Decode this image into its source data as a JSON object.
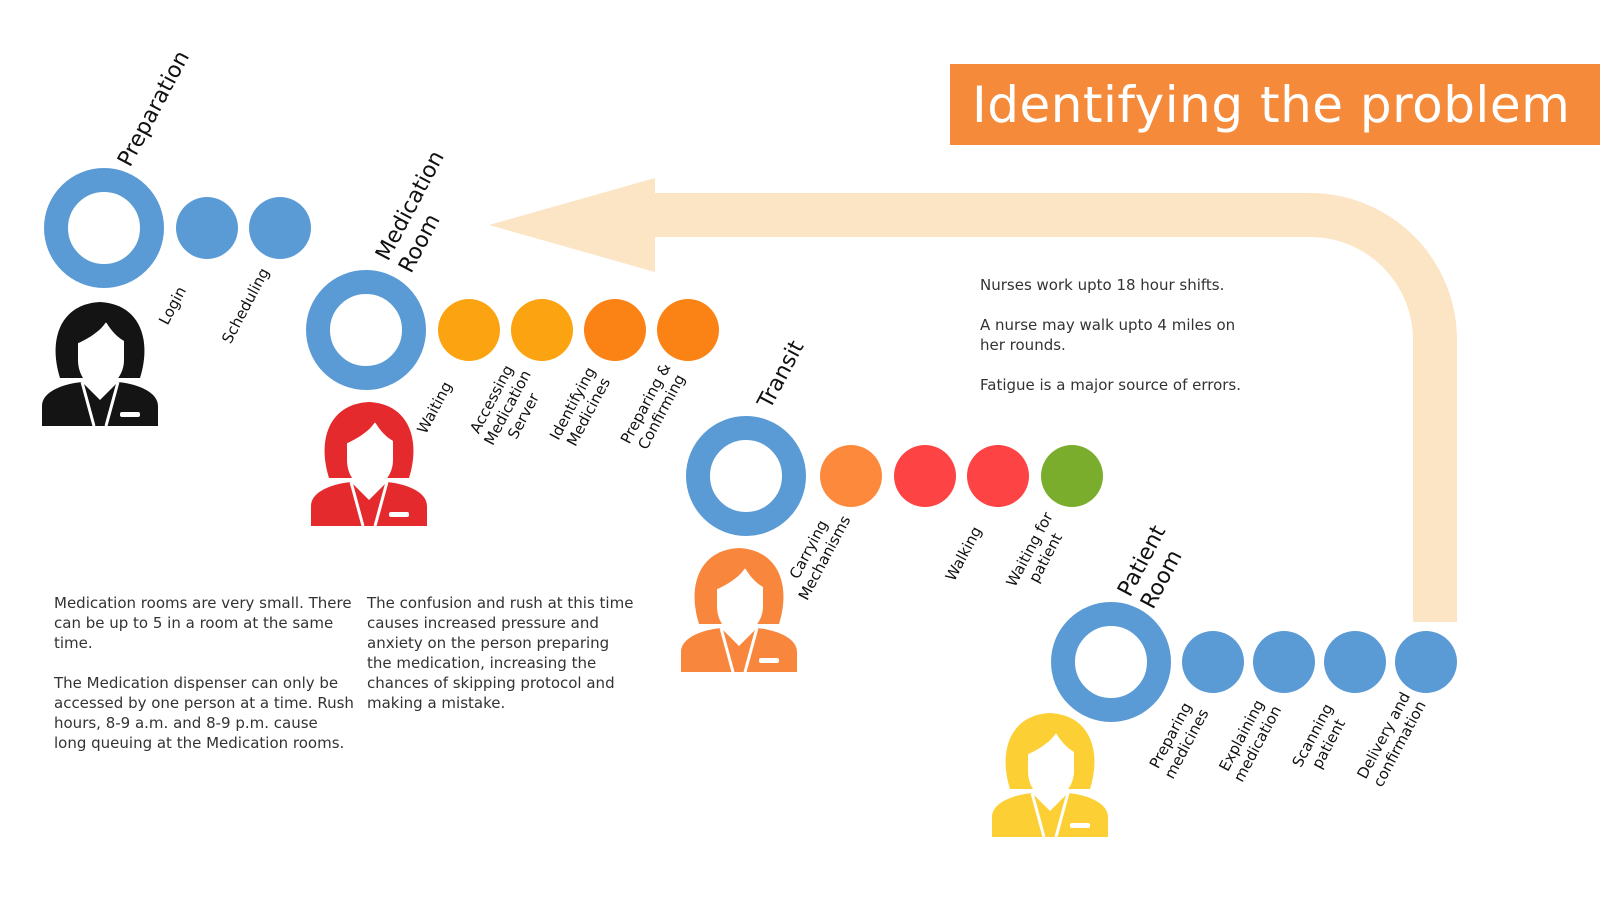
{
  "title": "Identifying the problem",
  "colors": {
    "banner": "#f58a3a",
    "ring": "#5b9bd5",
    "arrow": "#fce5c4",
    "step_blue": "#5b9bd5",
    "step_orange_light": "#fca311",
    "step_orange_dark": "#fb8214",
    "step_orange_transit": "#fd8a3c",
    "step_red": "#fd4343",
    "step_green": "#7aad2c",
    "person_black": "#141414",
    "person_red": "#e42a2d",
    "person_orange": "#f8873d",
    "person_yellow": "#fcd035"
  },
  "stages": [
    {
      "name": "Preparation",
      "label_lines": [
        "Preparation"
      ],
      "person_color": "#141414",
      "person_icon": "female-user-icon",
      "steps": [
        {
          "label_lines": [
            "Login"
          ],
          "color": "#5b9bd5"
        },
        {
          "label_lines": [
            "Scheduling"
          ],
          "color": "#5b9bd5"
        }
      ]
    },
    {
      "name": "Medication Room",
      "label_lines": [
        "Medication",
        "Room"
      ],
      "person_color": "#e42a2d",
      "person_icon": "female-user-icon",
      "steps": [
        {
          "label_lines": [
            "Waiting"
          ],
          "color": "#fca311"
        },
        {
          "label_lines": [
            "Accessing",
            "Medication",
            "Server"
          ],
          "color": "#fca311"
        },
        {
          "label_lines": [
            "Identifying",
            "Medicines"
          ],
          "color": "#fb8214"
        },
        {
          "label_lines": [
            "Preparing &",
            "Confirming"
          ],
          "color": "#fb8214"
        }
      ]
    },
    {
      "name": "Transit",
      "label_lines": [
        "Transit"
      ],
      "person_color": "#f8873d",
      "person_icon": "female-user-icon",
      "steps": [
        {
          "label_lines": [
            "Carrying",
            "Mechanisms"
          ],
          "color": "#fd8a3c"
        },
        {
          "label_lines": [
            ""
          ],
          "color": "#fd4343"
        },
        {
          "label_lines": [
            "Walking"
          ],
          "color": "#fd4343"
        },
        {
          "label_lines": [
            "Waiting for",
            "patient"
          ],
          "color": "#7aad2c"
        }
      ]
    },
    {
      "name": "Patient Room",
      "label_lines": [
        "Patient",
        "Room"
      ],
      "person_color": "#fcd035",
      "person_icon": "female-user-icon",
      "steps": [
        {
          "label_lines": [
            "Preparing",
            "medicines"
          ],
          "color": "#5b9bd5"
        },
        {
          "label_lines": [
            "Explaining",
            "medication"
          ],
          "color": "#5b9bd5"
        },
        {
          "label_lines": [
            "Scanning",
            "patient"
          ],
          "color": "#5b9bd5"
        },
        {
          "label_lines": [
            "Delivery and",
            "confirmation"
          ],
          "color": "#5b9bd5"
        }
      ]
    }
  ],
  "notes": {
    "right": [
      "Nurses work upto 18 hour shifts.",
      "A nurse may walk upto 4 miles on her rounds.",
      "Fatigue is a major source of errors."
    ],
    "left": [
      "Medication rooms are very small. There can be up to 5 in a room at the same time.",
      "The Medication dispenser can only be accessed by one person at a time. Rush hours, 8-9 a.m. and 8-9 p.m. cause long queuing at the Medication rooms."
    ],
    "middle": [
      "The confusion and rush at this time causes increased pressure and anxiety on the person preparing the medication, increasing the chances of skipping protocol and making a mistake."
    ]
  }
}
